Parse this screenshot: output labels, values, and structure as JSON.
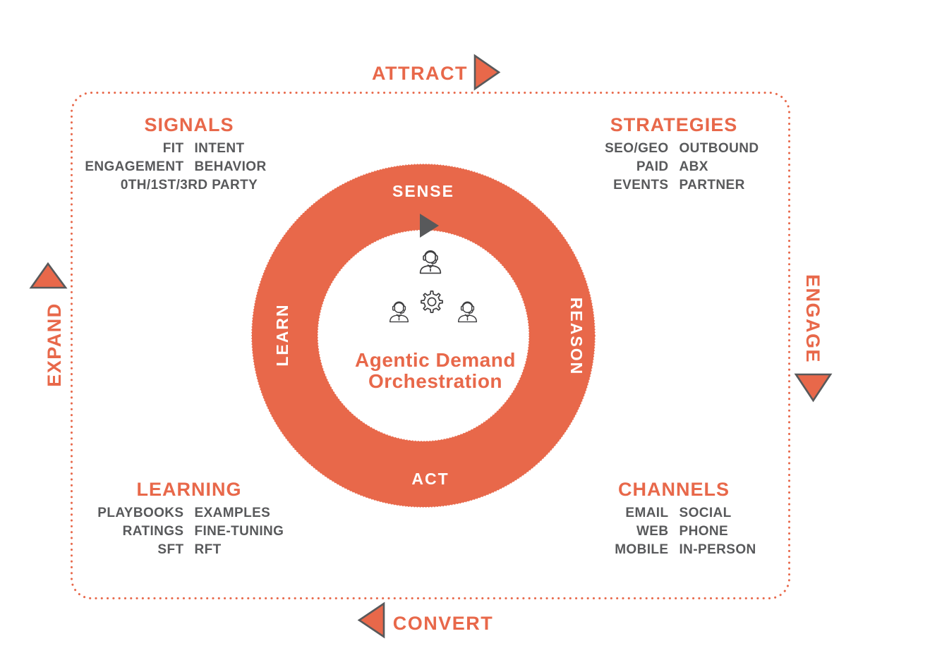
{
  "diagram_title_line1": "Agentic Demand",
  "diagram_title_line2": "Orchestration",
  "outer_flow": {
    "top": "ATTRACT",
    "right": "ENGAGE",
    "bottom": "CONVERT",
    "left": "EXPAND"
  },
  "ring_stages": {
    "top": "SENSE",
    "right": "REASON",
    "bottom": "ACT",
    "left": "LEARN"
  },
  "quadrants": {
    "signals": {
      "title": "SIGNALS",
      "rows": [
        [
          "FIT",
          "INTENT"
        ],
        [
          "ENGAGEMENT",
          "BEHAVIOR"
        ]
      ],
      "footer": "0TH/1ST/3RD PARTY"
    },
    "strategies": {
      "title": "STRATEGIES",
      "rows": [
        [
          "SEO/GEO",
          "OUTBOUND"
        ],
        [
          "PAID",
          "ABX"
        ],
        [
          "EVENTS",
          "PARTNER"
        ]
      ]
    },
    "learning": {
      "title": "LEARNING",
      "rows": [
        [
          "PLAYBOOKS",
          "EXAMPLES"
        ],
        [
          "RATINGS",
          "FINE-TUNING"
        ],
        [
          "SFT",
          "RFT"
        ]
      ]
    },
    "channels": {
      "title": "CHANNELS",
      "rows": [
        [
          "EMAIL",
          "SOCIAL"
        ],
        [
          "WEB",
          "PHONE"
        ],
        [
          "MOBILE",
          "IN-PERSON"
        ]
      ]
    }
  },
  "icons": {
    "center_top": "headset-agent-icon",
    "center_left": "headset-agent-icon",
    "center_right": "headset-agent-icon",
    "center_middle": "gear-icon",
    "flow_marker": "play-arrow-icon",
    "outer_arrow_top": "right-triangle-icon",
    "outer_arrow_right": "down-triangle-icon",
    "outer_arrow_bottom": "left-triangle-icon",
    "outer_arrow_left": "up-triangle-icon"
  },
  "colors": {
    "accent_orange": "#E8684A",
    "text_gray": "#58595B",
    "icon_dark": "#3E3E40",
    "background": "#FFFFFF"
  }
}
